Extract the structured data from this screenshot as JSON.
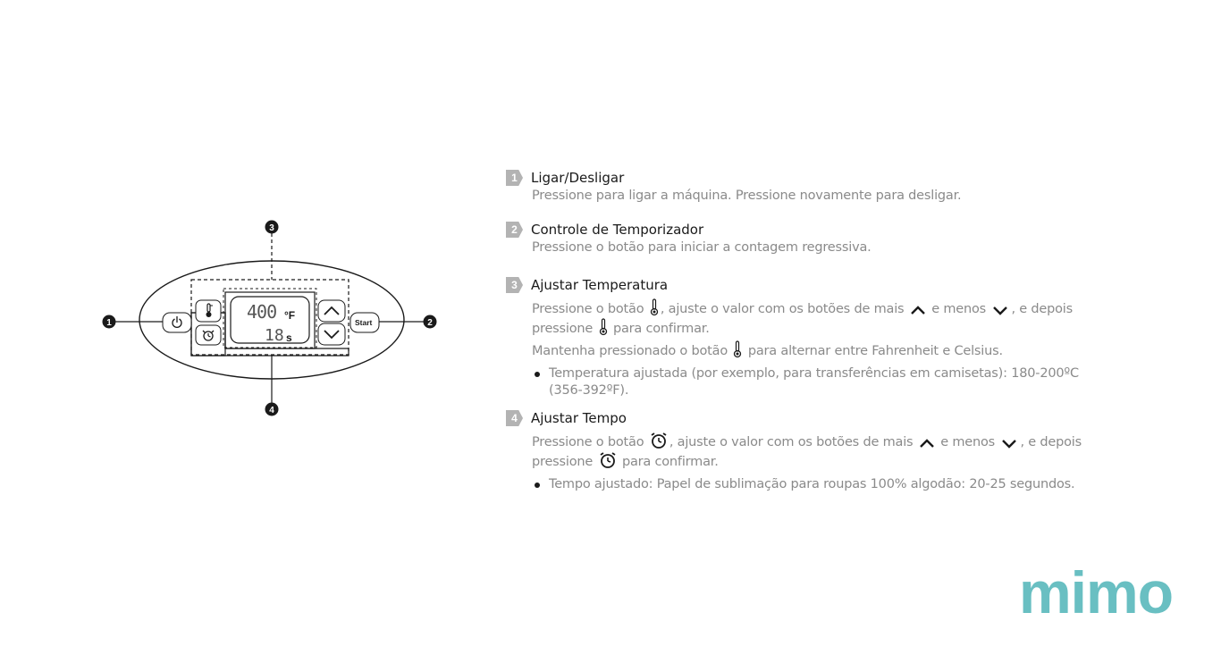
{
  "panel": {
    "display_temp": "400",
    "display_temp_unit": "°F",
    "display_time": "18",
    "display_time_unit": "s",
    "start_label": "Start",
    "callouts": [
      "1",
      "2",
      "3",
      "4"
    ]
  },
  "sections": [
    {
      "num": "1",
      "title": "Ligar/Desligar",
      "text": "Pressione para ligar a máquina. Pressione novamente para desligar."
    },
    {
      "num": "2",
      "title": "Controle de Temporizador",
      "text": "Pressione o botão para iniciar a contagem regressiva."
    },
    {
      "num": "3",
      "title": "Ajustar Temperatura",
      "p1_a": "Pressione o botão",
      "p1_b": ", ajuste o valor com os botões de mais",
      "p1_c": "e menos",
      "p1_d": ", e depois",
      "p2_a": "pressione",
      "p2_b": "para confirmar.",
      "p3_a": "Mantenha pressionado o botão",
      "p3_b": "para alternar entre Fahrenheit e Celsius.",
      "bullet": "Temperatura ajustada (por exemplo, para transferências em camisetas): 180-200ºC (356-392ºF)."
    },
    {
      "num": "4",
      "title": "Ajustar Tempo",
      "p1_a": "Pressione o botão",
      "p1_b": ", ajuste o valor com os botões de mais",
      "p1_c": "e menos",
      "p1_d": ", e depois",
      "p2_a": "pressione",
      "p2_b": "para confirmar.",
      "bullet": "Tempo ajustado: Papel de sublimação para roupas 100% algodão: 20-25 segundos."
    }
  ],
  "logo": {
    "text": "mimo",
    "color": "#69bfc2"
  },
  "icons": [
    "power-icon",
    "thermometer-icon",
    "alarm-clock-icon",
    "chevron-up-icon",
    "chevron-down-icon"
  ]
}
